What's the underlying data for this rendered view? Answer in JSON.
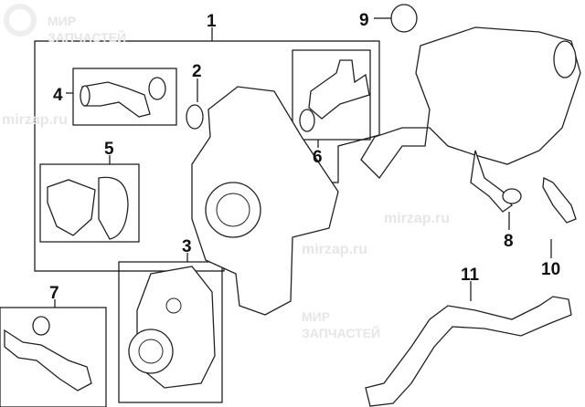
{
  "watermark": {
    "line1": "МИР",
    "line2": "ЗАПЧАСТЕЙ",
    "site": "mirzap.ru",
    "color": "#e6e6e6"
  },
  "callouts": [
    "1",
    "2",
    "3",
    "4",
    "5",
    "6",
    "7",
    "8",
    "9",
    "10",
    "11"
  ]
}
